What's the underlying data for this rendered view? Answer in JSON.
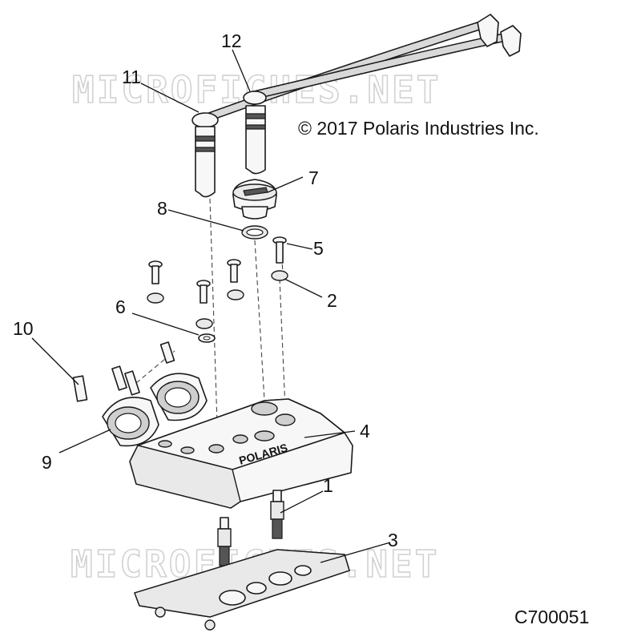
{
  "copyright": "© 2017 Polaris Industries Inc.",
  "diagram_code": "C700051",
  "watermark": "MICROFICHES.NET",
  "cover_logo": "POLARIS",
  "callouts": {
    "c1": "1",
    "c2": "2",
    "c3": "3",
    "c4": "4",
    "c5": "5",
    "c6": "6",
    "c7": "7",
    "c8": "8",
    "c9": "9",
    "c10": "10",
    "c11": "11",
    "c12": "12"
  }
}
